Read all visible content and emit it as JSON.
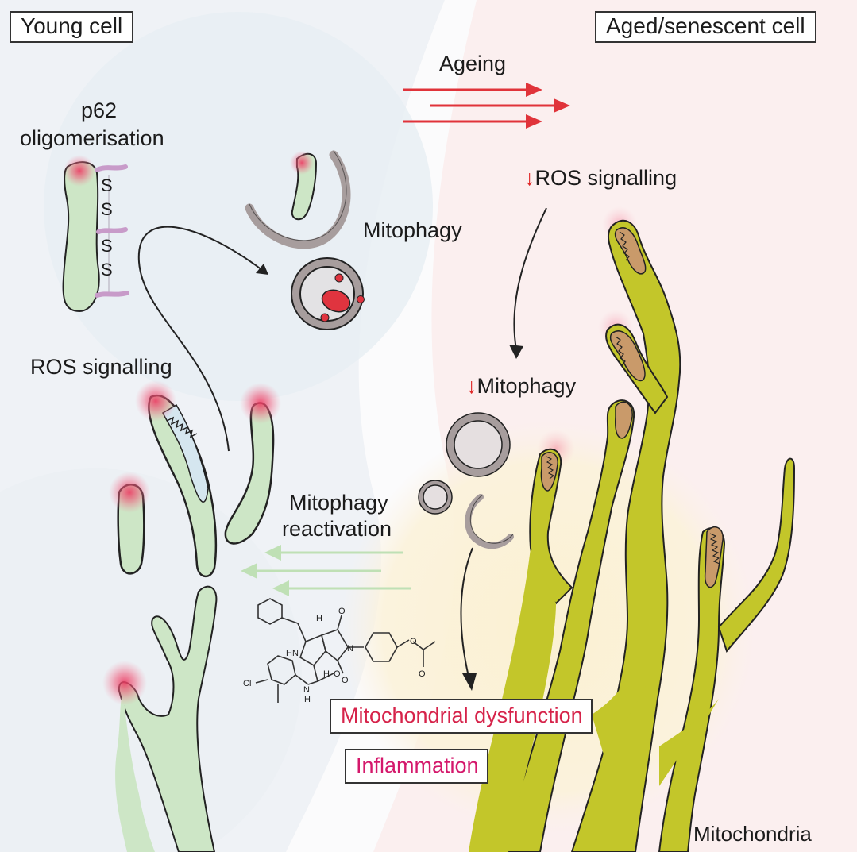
{
  "labels": {
    "young_cell": "Young cell",
    "aged_cell": "Aged/senescent cell",
    "p62_line1": "p62",
    "p62_line2": "oligomerisation",
    "disulfide": [
      "S",
      "S",
      "S",
      "S"
    ],
    "mitophagy_young": "Mitophagy",
    "ros_young": "ROS signalling",
    "ageing": "Ageing",
    "ros_aged": "ROS signalling",
    "mitophagy_aged": "Mitophagy",
    "down_arrow": "↓",
    "mitophagy_reactivation_line1": "Mitophagy",
    "mitophagy_reactivation_line2": "reactivation",
    "mitochondrial_dysfunction": "Mitochondrial dysfunction",
    "inflammation": "Inflammation",
    "mitochondria": "Mitochondria"
  },
  "compound": {
    "atom_labels": [
      "H",
      "O",
      "N",
      "O",
      "O",
      "HN",
      "H",
      "O",
      "Cl",
      "N",
      "H",
      "O"
    ]
  },
  "colors": {
    "young_bg": "#eef1f5",
    "aged_bg": "#fbeeee",
    "young_mito": "#cde6c6",
    "aged_mito": "#c3c62a",
    "cristae_aged": "#c99a6a",
    "ros_glow": "#ec3b62",
    "autophagosome": "#a79d9d",
    "ageing_arrow": "#e0333a",
    "reactivation_arrow": "#bfe0b5",
    "dysfunction_text": "#d6234a",
    "inflammation_text": "#d4186b"
  }
}
